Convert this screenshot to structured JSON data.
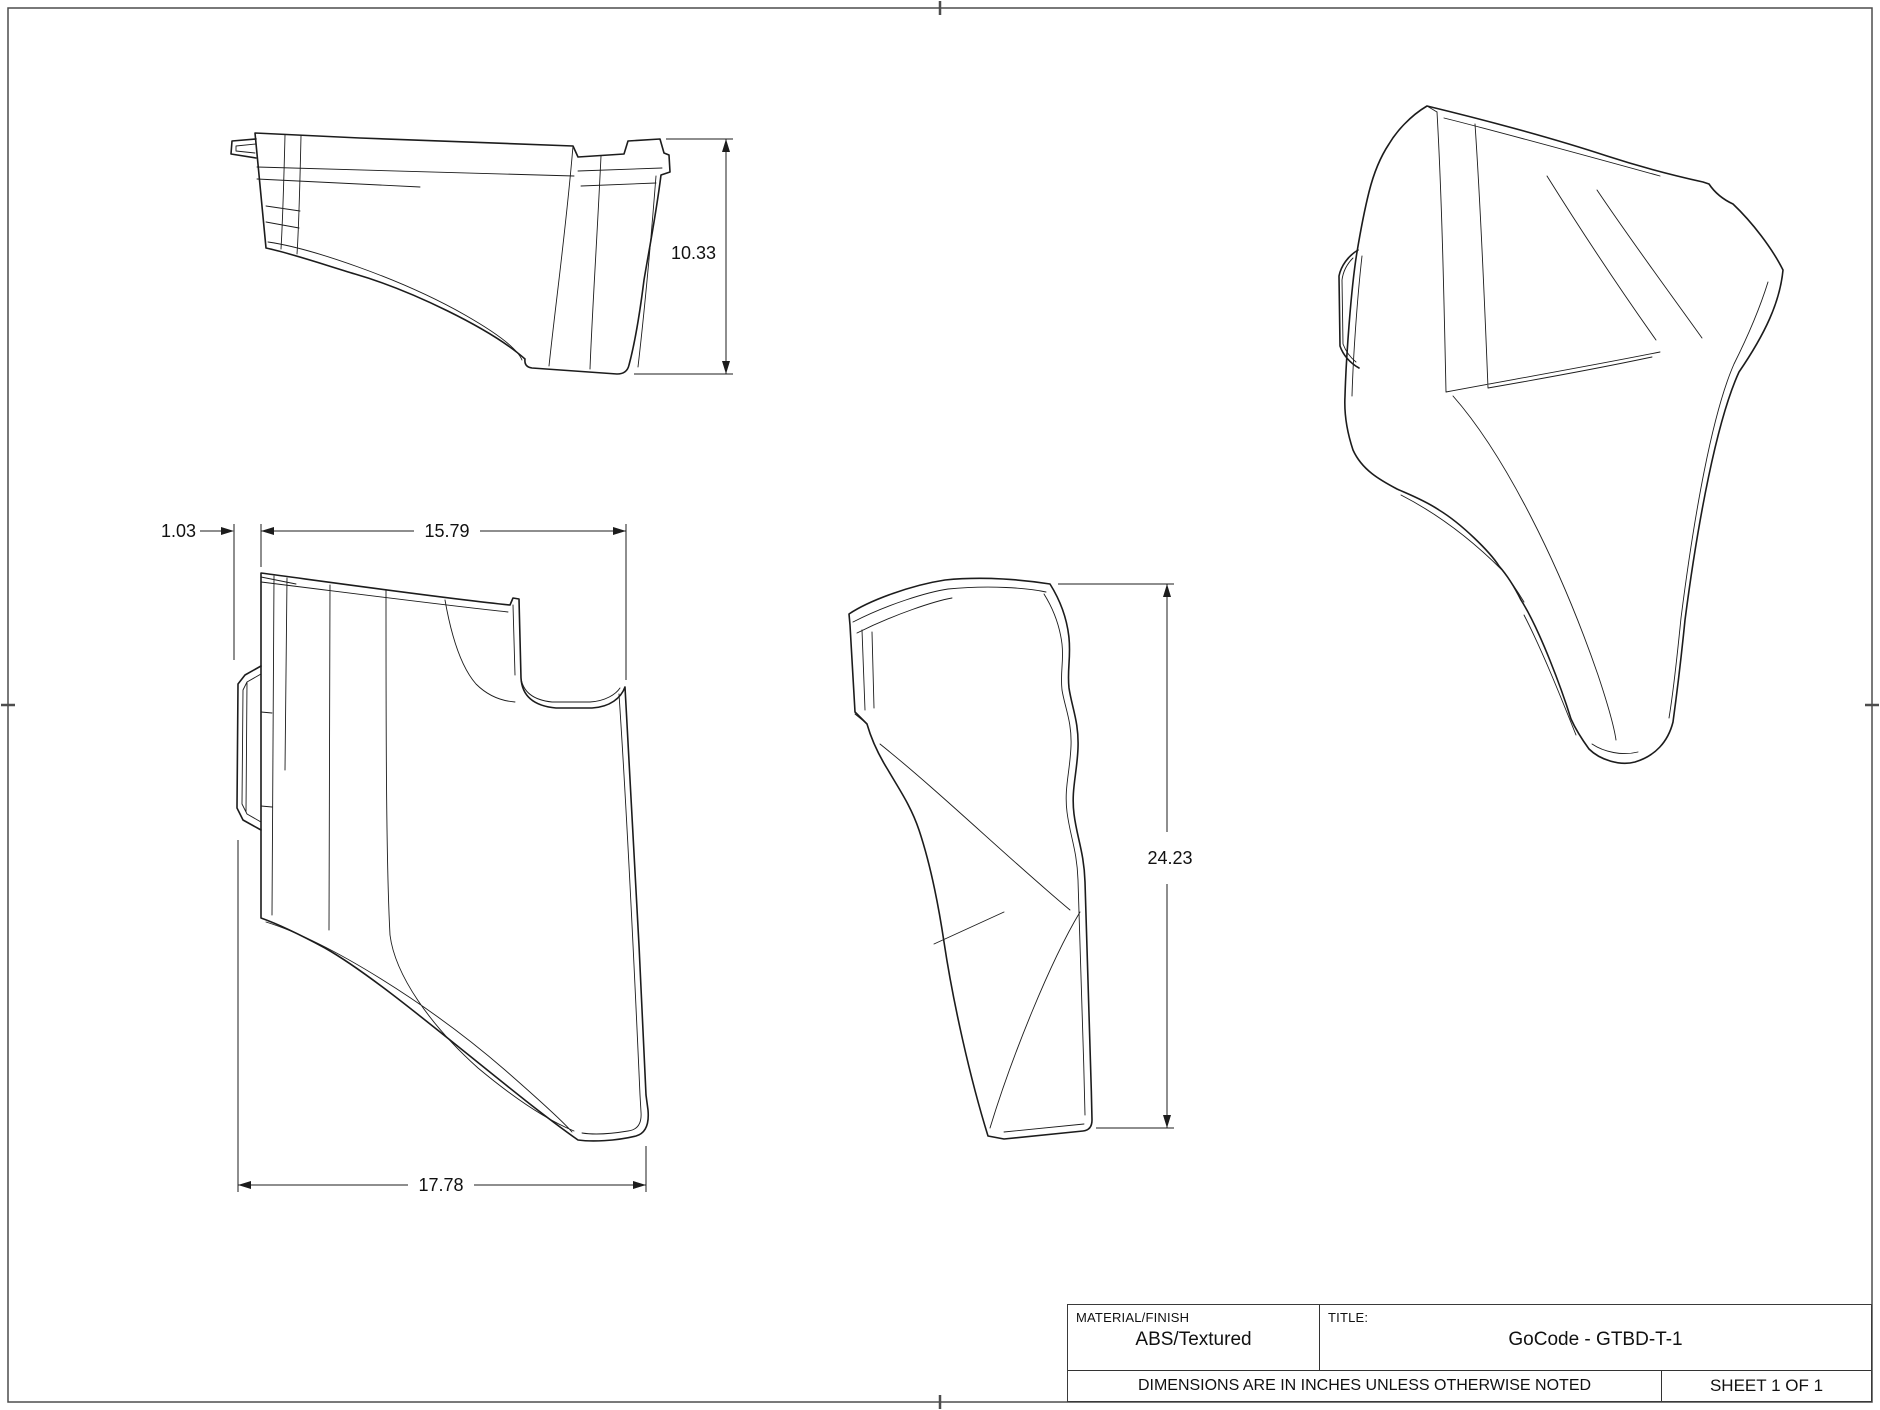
{
  "sheet": {
    "units_note": "DIMENSIONS ARE IN INCHES UNLESS OTHERWISE NOTED",
    "sheet_label": "SHEET 1 OF 1"
  },
  "title_block": {
    "material_label": "MATERIAL/FINISH",
    "material_value": "ABS/Textured",
    "title_label": "TITLE:",
    "title_value": "GoCode - GTBD-T-1"
  },
  "dimensions": {
    "top_view_height": "10.33",
    "tab_offset": "1.03",
    "top_width": "15.79",
    "bottom_width": "17.78",
    "overall_height": "24.23"
  },
  "style": {
    "line_color": "#1c1c1c",
    "background": "#ffffff",
    "border_color": "#4d4d4d"
  }
}
